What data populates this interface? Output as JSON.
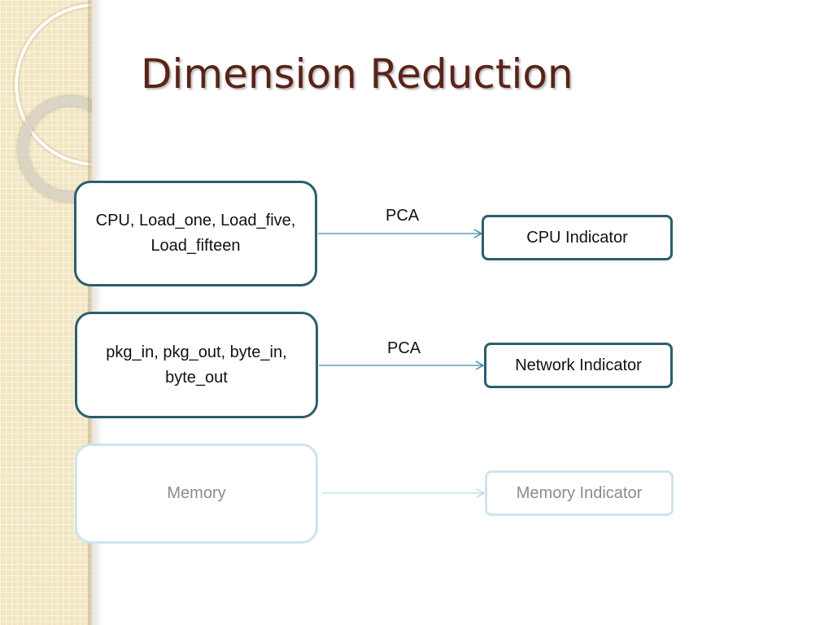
{
  "slide": {
    "title": "Dimension Reduction"
  },
  "diagram": {
    "rows": [
      {
        "input": "CPU, Load_one, Load_five, Load_fifteen",
        "method": "PCA",
        "output": "CPU Indicator"
      },
      {
        "input": "pkg_in, pkg_out, byte_in, byte_out",
        "method": "PCA",
        "output": "Network Indicator"
      },
      {
        "input": "Memory",
        "output": "Memory Indicator"
      }
    ]
  },
  "colors": {
    "title": "#5a2318",
    "box_border": "#2b5e6e",
    "arrow": "#3a8fa8",
    "faded_border": "#cfe4ec",
    "faded_text": "#8c8c8c",
    "side_panel": "#f2e6c2"
  }
}
